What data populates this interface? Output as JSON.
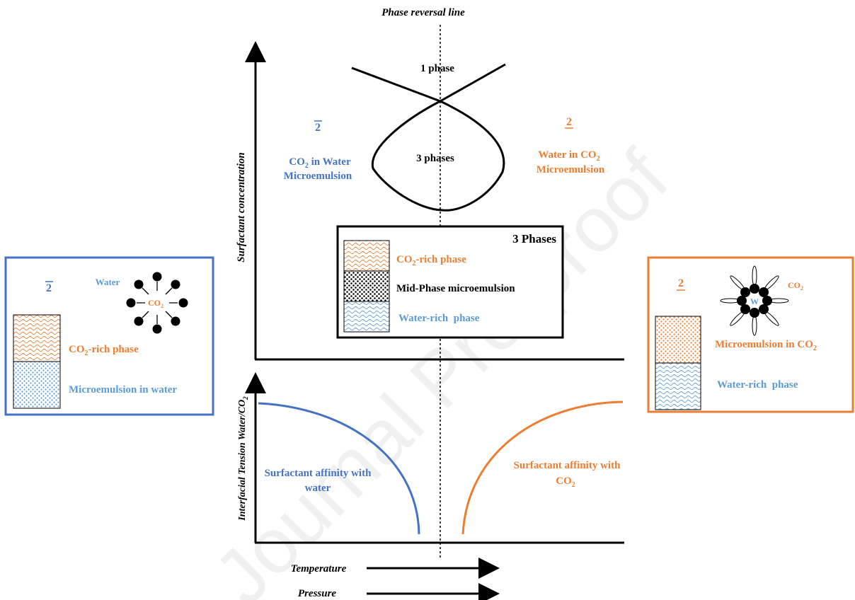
{
  "colors": {
    "blue": "#4472c4",
    "light_blue": "#5b9bd5",
    "orange": "#ed7d31",
    "black": "#000000",
    "watermark": "#e8e8e8"
  },
  "header": {
    "phase_reversal_label": "Phase reversal line"
  },
  "phase_diagram": {
    "y_axis_label": "Surfactant concentration",
    "one_phase_label": "1 phase",
    "three_phases_label": "3 phases",
    "left_region": {
      "symbol": "2",
      "line1_pre": "CO",
      "line1_sub": "2",
      "line1_post": " in Water",
      "line2": "Microemulsion"
    },
    "right_region": {
      "symbol": "2",
      "line1": "Water in CO",
      "line1_sub": "2",
      "line2": "Microemulsion"
    },
    "three_phase_box": {
      "title": "3 Phases",
      "co2_rich_pre": "CO",
      "co2_rich_sub": "2",
      "co2_rich_post": "-rich phase",
      "mid_phase": "Mid-Phase microemulsion",
      "water_rich": "Water-rich  phase"
    }
  },
  "tension_plot": {
    "y_axis_label_pre": "Interfacial Tension Water/CO",
    "y_axis_label_sub": "2",
    "left_curve_line1": "Surfactant affinity with",
    "left_curve_line2": "water",
    "right_curve_line1": "Surfactant affinity with",
    "right_curve_line2_pre": "CO",
    "right_curve_line2_sub": "2"
  },
  "bottom_arrows": {
    "temperature": "Temperature",
    "pressure": "Pressure"
  },
  "left_panel": {
    "symbol": "2",
    "water_label": "Water",
    "micelle_core_pre": "CO",
    "micelle_core_sub": "2",
    "top_phase_pre": "CO",
    "top_phase_sub": "2",
    "top_phase_post": "-rich phase",
    "bottom_phase": "Microemulsion in water"
  },
  "right_panel": {
    "symbol": "2",
    "co2_label_pre": "CO",
    "co2_label_sub": "2",
    "micelle_core": "W",
    "top_phase_pre": "Microemulsion in CO",
    "top_phase_sub": "2",
    "bottom_phase": "Water-rich  phase"
  },
  "watermark": "Journal Pre-proof"
}
